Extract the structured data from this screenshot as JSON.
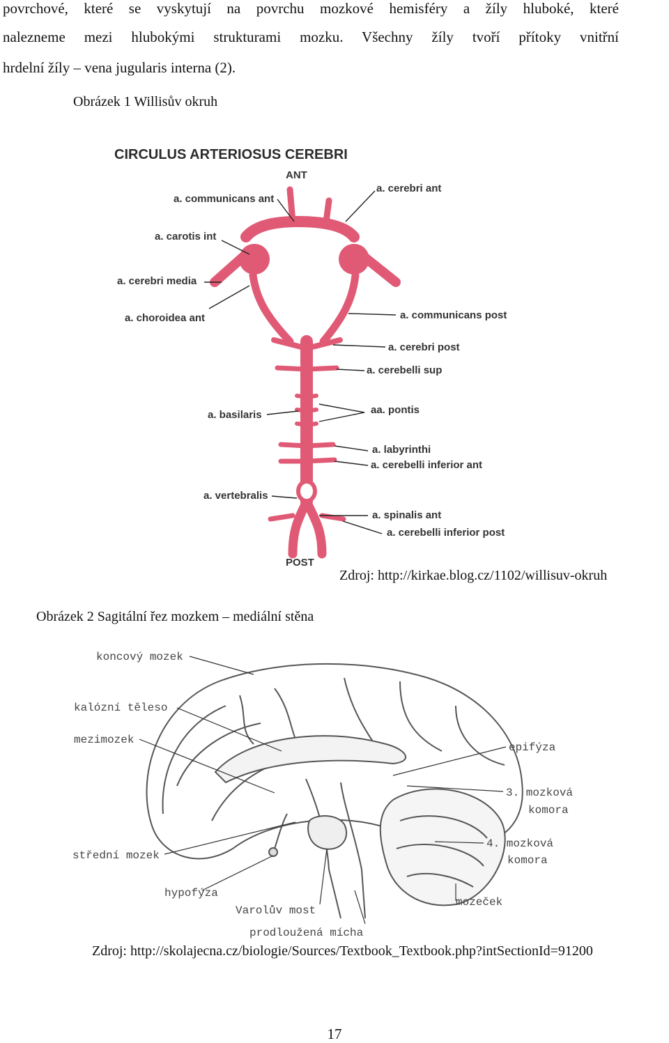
{
  "paragraph": {
    "line1": "povrchové, které se vyskytují na povrchu mozkové hemisféry a žíly hluboké, které",
    "line2": "nalezneme mezi hlubokými strukturami mozku. Všechny žíly tvoří přítoky vnitřní",
    "line3": "hrdelní žíly – vena jugularis interna (2)."
  },
  "figure1": {
    "caption": "Obrázek 1 Willisův okruh",
    "title": "CIRCULUS ARTERIOSUS CEREBRI",
    "ant": "ANT",
    "post": "POST",
    "labels": {
      "cerebri_ant": "a. cerebri ant",
      "communicans_ant": "a. communicans ant",
      "carotis_int": "a. carotis int",
      "cerebri_media": "a. cerebri media",
      "choroidea_ant": "a. choroidea ant",
      "communicans_post": "a. communicans post",
      "cerebri_post": "a. cerebri post",
      "cerebelli_sup": "a. cerebelli sup",
      "basilaris": "a. basilaris",
      "pontis": "aa. pontis",
      "labyrinthi": "a. labyrinthi",
      "cerebelli_inferior_ant": "a. cerebelli inferior ant",
      "vertebralis": "a. vertebralis",
      "spinalis_ant": "a. spinalis ant",
      "cerebelli_inferior_post": "a. cerebelli inferior post"
    },
    "source": "Zdroj: http://kirkae.blog.cz/1102/willisuv-okruh",
    "artery_color": "#e05a75"
  },
  "figure2": {
    "caption": "Obrázek 2 Sagitální řez mozkem – mediální stěna",
    "labels": {
      "koncovy_mozek": "koncový mozek",
      "kalozni_teleso": "kalózní těleso",
      "mezimozek": "mezimozek",
      "epifyza": "epifýza",
      "komora3_a": "3. mozková",
      "komora3_b": "komora",
      "stredni_mozek": "střední mozek",
      "komora4_a": "4. mozková",
      "komora4_b": "komora",
      "hypofyza": "hypofýza",
      "varoluv_most": "Varolův most",
      "mozecek": "mozeček",
      "prodlouzena_micha": "prodloužená mícha"
    },
    "source": "Zdroj: http://skolajecna.cz/biologie/Sources/Textbook_Textbook.php?intSectionId=91200"
  },
  "page_number": "17"
}
